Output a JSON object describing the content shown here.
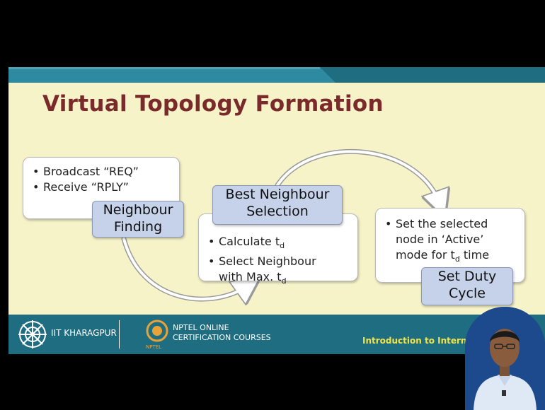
{
  "slide": {
    "title": "Virtual Topology Formation",
    "colors": {
      "title": "#7a2a2a",
      "slide_bg": "#f6f3c9",
      "bar": "#1f6d80",
      "tag_bg": "#c6d2ea"
    }
  },
  "diagram": {
    "box1": {
      "items": [
        "Broadcast “REQ”",
        "Receive “RPLY”"
      ],
      "label": [
        "Neighbour",
        "Finding"
      ]
    },
    "box2": {
      "label": [
        "Best Neighbour",
        "Selection"
      ],
      "items": [
        "Calculate t",
        "Select Neighbour with Max. t"
      ],
      "subscript": "d"
    },
    "box3": {
      "item_parts": [
        "Set the selected node in ‘Active’ mode for t",
        " time"
      ],
      "subscript": "d",
      "label": [
        "Set Duty",
        "Cycle"
      ]
    }
  },
  "footer": {
    "institute": "IIT KHARAGPUR",
    "nptel_line1": "NPTEL ONLINE",
    "nptel_line2": "CERTIFICATION COURSES",
    "nptel_logo_text": "NPTEL",
    "course": "Introduction to Internet o"
  }
}
